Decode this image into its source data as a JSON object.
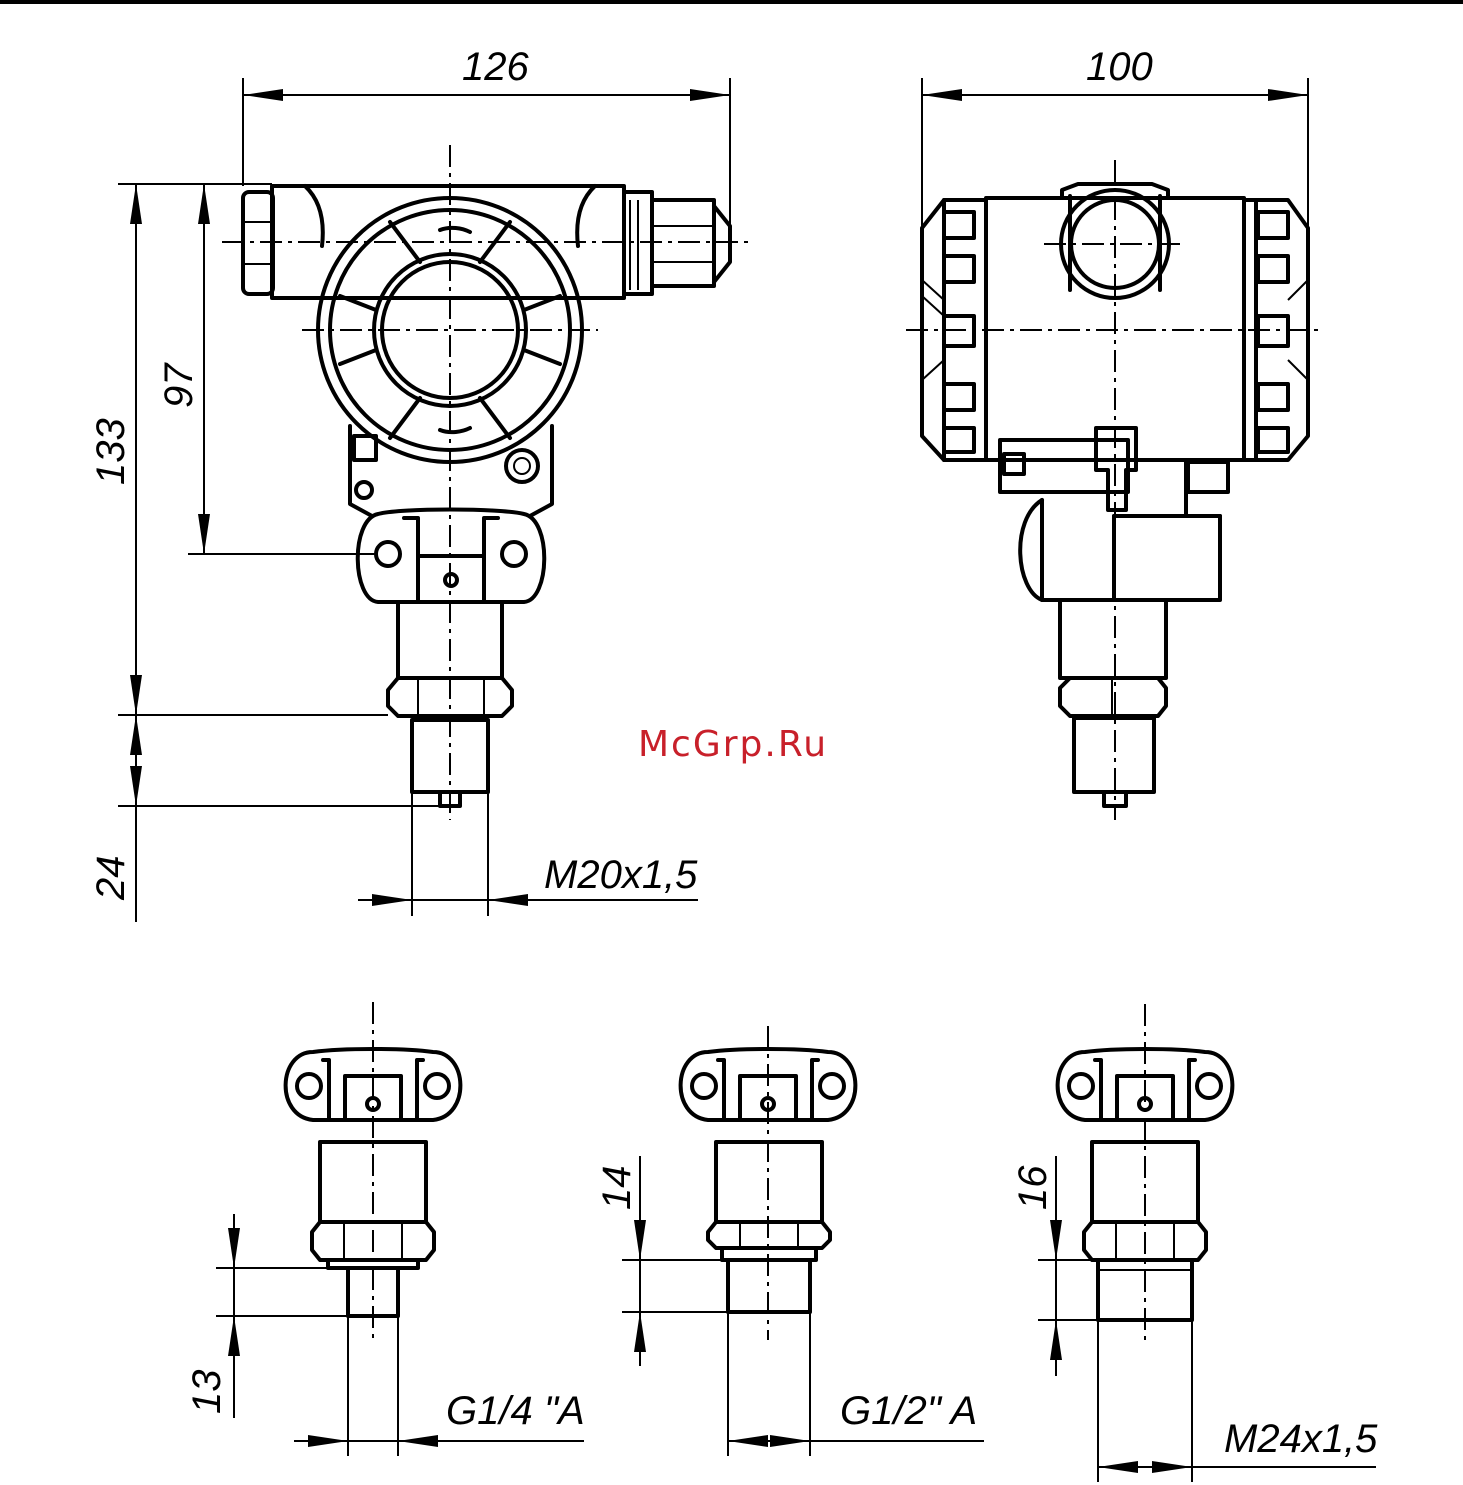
{
  "dimensions": {
    "front_width": "126",
    "side_width": "100",
    "total_height": "133",
    "housing_height": "97",
    "fitting_length": "24",
    "thread_m20": "M20x1,5",
    "g14_length": "13",
    "g14_thread": "G1/4 \"A",
    "g12_length": "14",
    "g12_thread": "G1/2\" A",
    "m24_length": "16",
    "m24_thread": "M24x1,5"
  },
  "watermark": "McGrp.Ru",
  "colors": {
    "lines": "#000000",
    "watermark": "#c8202a",
    "background": "#ffffff"
  }
}
